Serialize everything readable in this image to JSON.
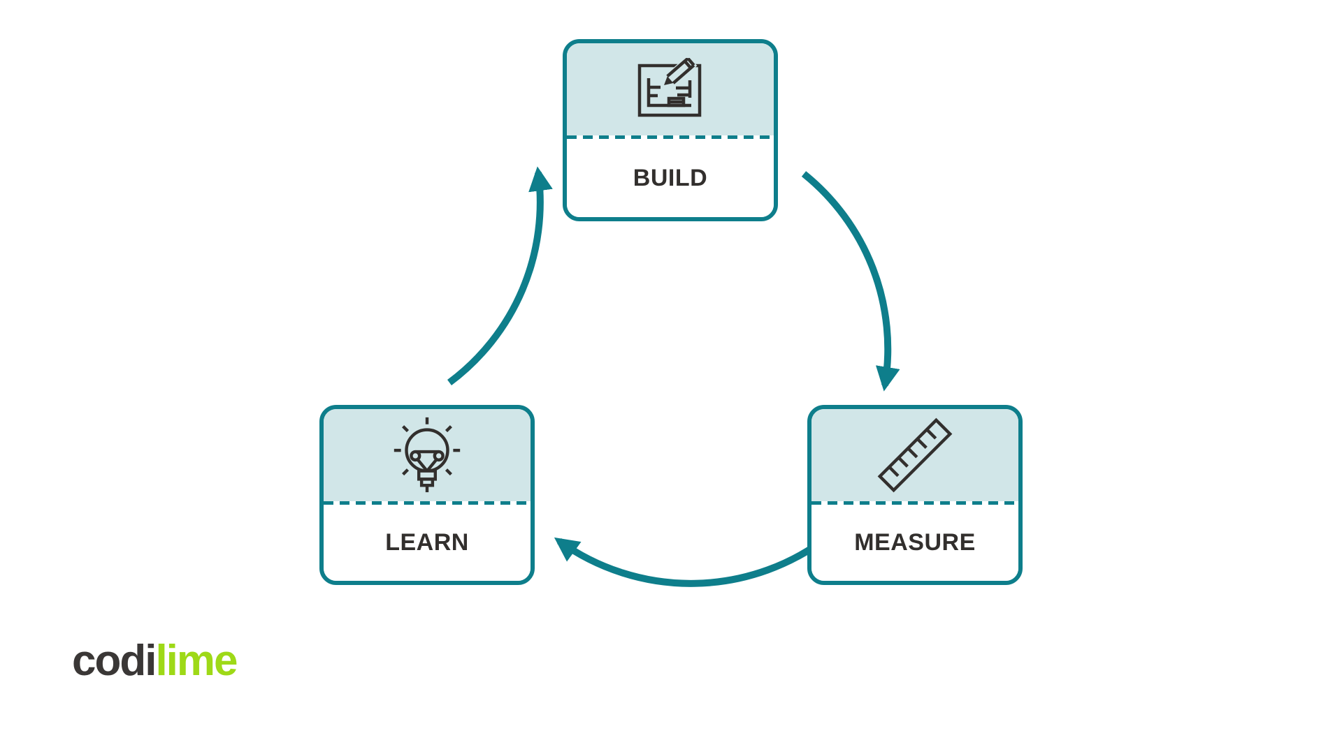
{
  "colors": {
    "teal_accent": "#0e7e8b",
    "light_teal_fill": "#d1e6e8",
    "dark_text": "#322f2d",
    "lime_green": "#9ed917",
    "background": "#ffffff"
  },
  "diagram": {
    "name": "build-measure-learn-cycle",
    "boxes": [
      {
        "id": "build",
        "label": "BUILD",
        "icon": "blueprint-pencil-icon"
      },
      {
        "id": "measure",
        "label": "MEASURE",
        "icon": "ruler-icon"
      },
      {
        "id": "learn",
        "label": "LEARN",
        "icon": "lightbulb-icon"
      }
    ],
    "arrows": [
      {
        "from": "learn",
        "to": "build"
      },
      {
        "from": "build",
        "to": "measure"
      },
      {
        "from": "measure",
        "to": "learn"
      }
    ]
  },
  "logo": {
    "prefix": "codi",
    "suffix": "lime"
  }
}
